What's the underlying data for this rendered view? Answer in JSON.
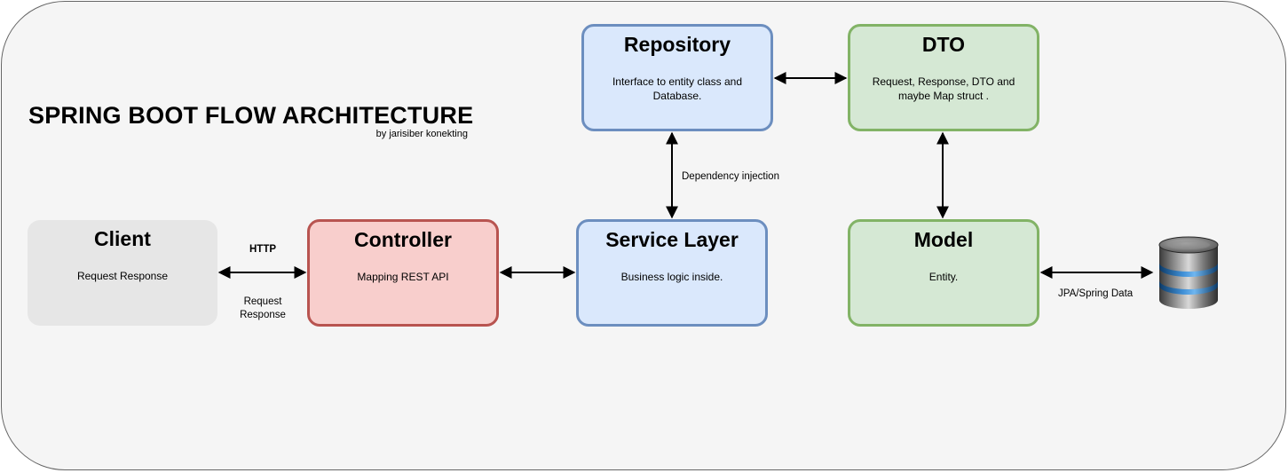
{
  "diagram": {
    "title": "SPRING BOOT FLOW ARCHITECTURE",
    "subtitle": "by jarisiber konekting"
  },
  "nodes": {
    "client": {
      "title": "Client",
      "desc": "Request Response"
    },
    "controller": {
      "title": "Controller",
      "desc": "Mapping REST API"
    },
    "service": {
      "title": "Service Layer",
      "desc": "Business logic inside."
    },
    "repository": {
      "title": "Repository",
      "desc_line1": "Interface to entity class and",
      "desc_line2": "Database."
    },
    "dto": {
      "title": "DTO",
      "desc_line1": "Request, Response, DTO and",
      "desc_line2": "maybe Map struct ."
    },
    "model": {
      "title": "Model",
      "desc": "Entity."
    },
    "database": {
      "icon": "database-icon"
    }
  },
  "edge_labels": {
    "http": "HTTP",
    "request_response_line1": "Request",
    "request_response_line2": "Response",
    "dependency_injection": "Dependency injection",
    "jpa": "JPA/Spring Data"
  },
  "colors": {
    "canvas": "#f5f5f5",
    "blue_fill": "#dae8fc",
    "blue_stroke": "#6c8ebf",
    "green_fill": "#d5e8d4",
    "green_stroke": "#82b366",
    "red_fill": "#f8cecc",
    "red_stroke": "#b85450",
    "gray_fill": "#e6e6e6"
  }
}
